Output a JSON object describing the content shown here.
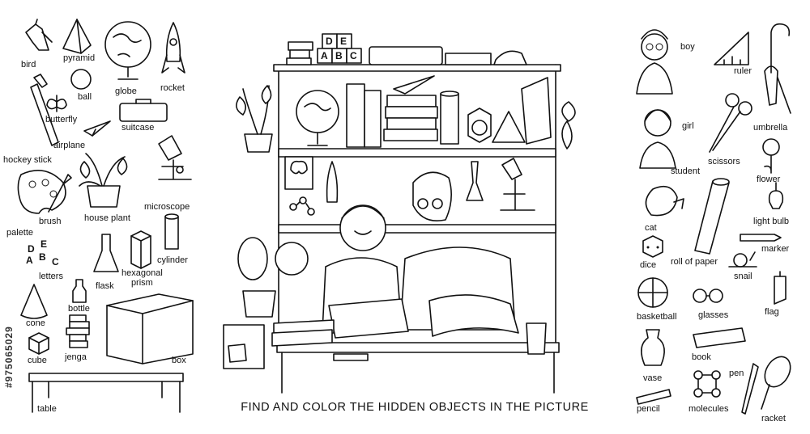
{
  "puzzle": {
    "instruction": "FIND AND COLOR THE HIDDEN OBJECTS IN THE PICTURE",
    "stock_id": "#975065029"
  },
  "left_objects": {
    "bird": "bird",
    "pyramid": "pyramid",
    "globe": "globe",
    "rocket": "rocket",
    "ball": "ball",
    "butterfly": "butterfly",
    "suitcase": "suitcase",
    "airplane": "airplane",
    "hockey_stick": "hockey stick",
    "microscope": "microscope",
    "house_plant": "house plant",
    "brush": "brush",
    "palette": "palette",
    "letters": "letters",
    "flask": "flask",
    "hexagonal_prism": "hexagonal\nprism",
    "cylinder": "cylinder",
    "bottle": "bottle",
    "cone": "cone",
    "cube": "cube",
    "jenga": "jenga",
    "box": "box",
    "table": "table"
  },
  "right_objects": {
    "boy": "boy",
    "ruler": "ruler",
    "umbrella": "umbrella",
    "girl": "girl",
    "scissors": "scissors",
    "student": "student",
    "flower": "flower",
    "cat": "cat",
    "light_bulb": "light bulb",
    "marker": "marker",
    "dice": "dice",
    "roll_of_paper": "roll of paper",
    "snail": "snail",
    "flag": "flag",
    "basketball": "basketball",
    "glasses": "glasses",
    "book": "book",
    "vase": "vase",
    "pen": "pen",
    "pencil": "pencil",
    "molecules": "molecules",
    "racket": "racket"
  },
  "letter_blocks": [
    "D",
    "E",
    "A",
    "B",
    "C"
  ],
  "icon_letters": [
    "D",
    "E",
    "A",
    "B",
    "C"
  ]
}
